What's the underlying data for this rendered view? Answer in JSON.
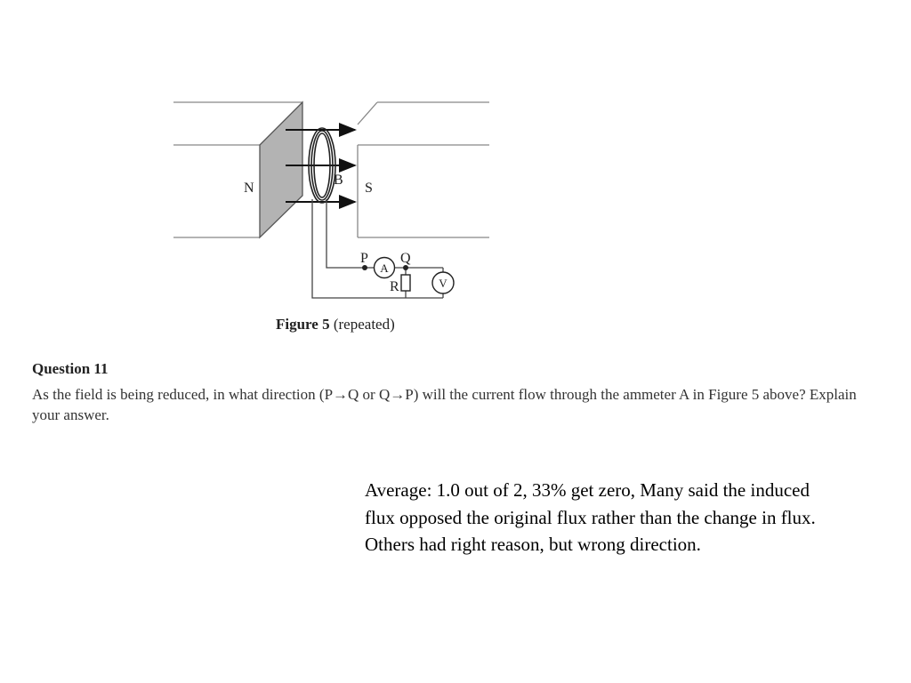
{
  "figure": {
    "labels": {
      "north": "N",
      "south": "S",
      "coil": "B",
      "point_p": "P",
      "point_q": "Q",
      "resistor": "R",
      "ammeter": "A",
      "voltmeter": "V"
    },
    "caption_bold": "Figure 5",
    "caption_rest": " (repeated)"
  },
  "question": {
    "title": "Question 11",
    "text": "As the field is being reduced, in what direction (P→Q or Q→P) will the current flow through the ammeter A in Figure 5 above? Explain your answer."
  },
  "comment": "Average: 1.0 out of 2, 33% get zero, Many said the induced flux opposed the original flux rather than the change in flux.  Others had right reason, but wrong direction."
}
